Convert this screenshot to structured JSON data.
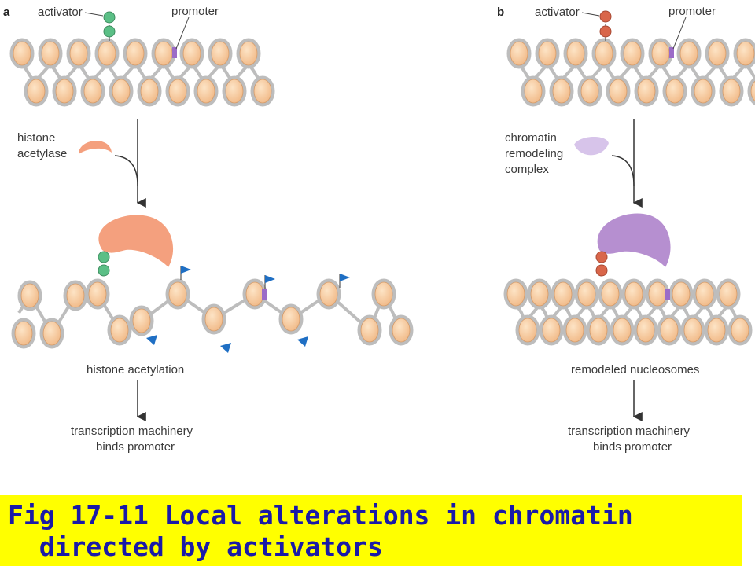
{
  "panel_a": {
    "letter": "a",
    "activator_label": "activator",
    "promoter_label": "promoter",
    "enzyme_label_line1": "histone",
    "enzyme_label_line2": "acetylase",
    "result_label": "histone acetylation",
    "final_label_line1": "transcription machinery",
    "final_label_line2": "binds promoter"
  },
  "panel_b": {
    "letter": "b",
    "activator_label": "activator",
    "promoter_label": "promoter",
    "enzyme_label_line1": "chromatin",
    "enzyme_label_line2": "remodeling",
    "enzyme_label_line3": "complex",
    "result_label": "remodeled nucleosomes",
    "final_label_line1": "transcription machinery",
    "final_label_line2": "binds promoter"
  },
  "caption": {
    "text": "Fig 17-11 Local alterations in chromatin\n  directed by activators"
  },
  "colors": {
    "nucleosome": "#f7cda0",
    "activator_a": "#5bbf86",
    "activator_b": "#d9664a",
    "acetylase": "#f4a07e",
    "remodeler": "#b68fd0",
    "acetyl_tag": "#1f6fc4",
    "promoter": "#9b6bc8",
    "caption_bg": "#ffff00",
    "caption_text": "#1a1aa8"
  }
}
